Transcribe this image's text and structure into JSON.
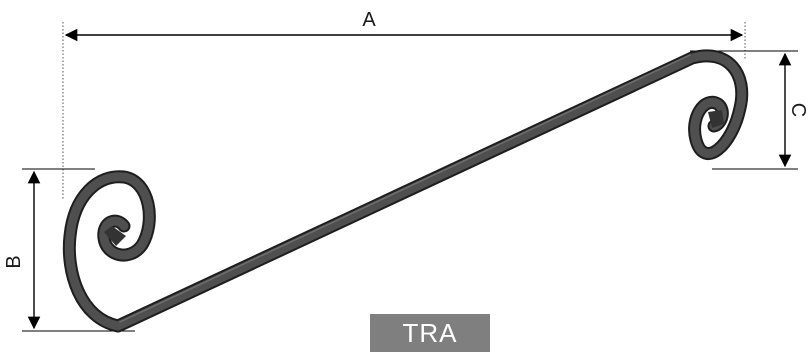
{
  "dimensions": {
    "a_label": "A",
    "b_label": "B",
    "c_label": "C"
  },
  "product_code": "TRA",
  "colors": {
    "metal": "#4d4d4d",
    "metal_edge": "#222222",
    "dimension_line": "#000000",
    "badge": "#7f7f7f"
  }
}
